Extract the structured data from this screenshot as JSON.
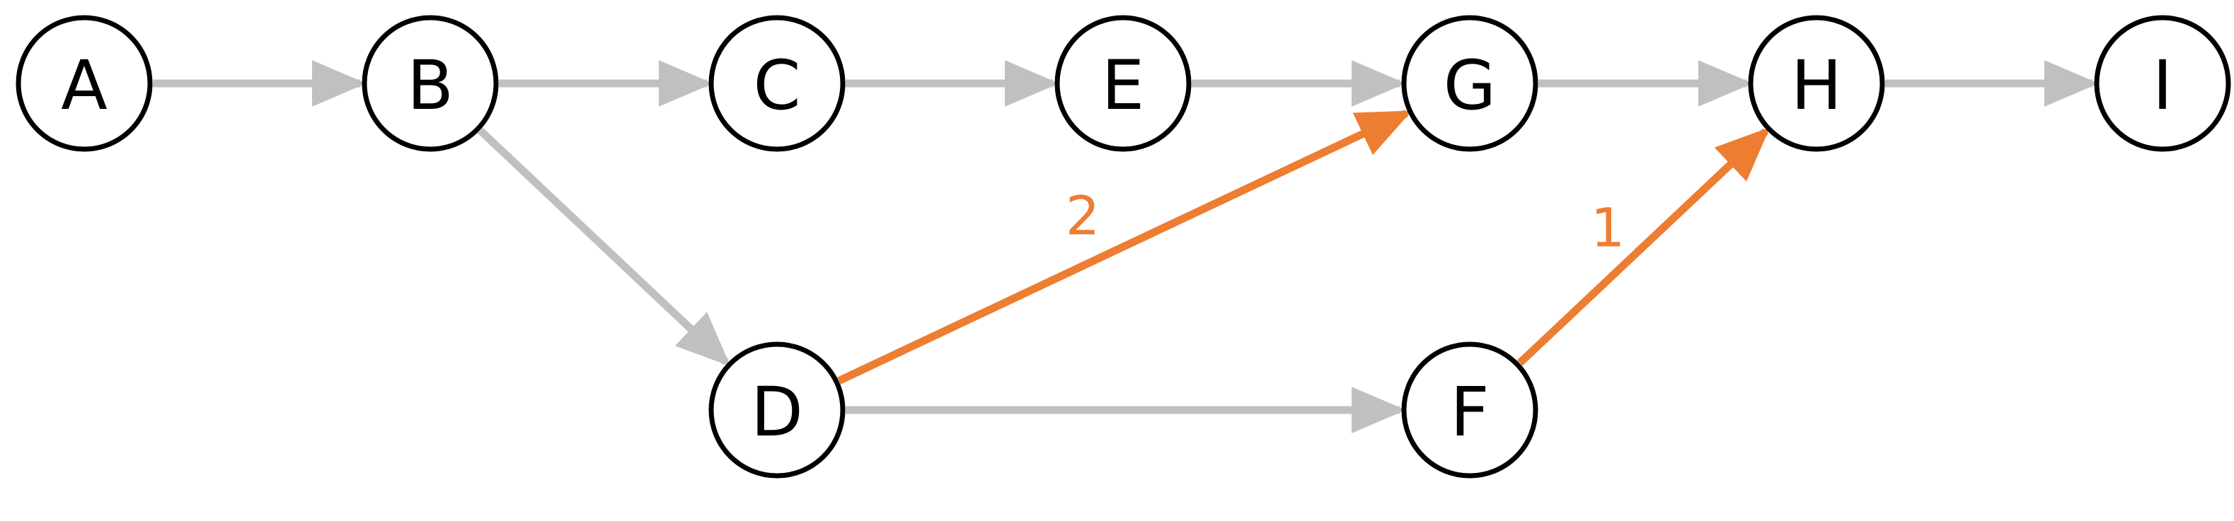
{
  "colors": {
    "edge_default": "#c0c0c0",
    "edge_highlight": "#ed7d31",
    "node_stroke": "#000000",
    "node_fill": "#ffffff"
  },
  "nodes": [
    {
      "id": "A",
      "label": "A"
    },
    {
      "id": "B",
      "label": "B"
    },
    {
      "id": "C",
      "label": "C"
    },
    {
      "id": "D",
      "label": "D"
    },
    {
      "id": "E",
      "label": "E"
    },
    {
      "id": "F",
      "label": "F"
    },
    {
      "id": "G",
      "label": "G"
    },
    {
      "id": "H",
      "label": "H"
    },
    {
      "id": "I",
      "label": "I"
    }
  ],
  "edges": [
    {
      "from": "A",
      "to": "B",
      "highlight": false,
      "label": ""
    },
    {
      "from": "B",
      "to": "C",
      "highlight": false,
      "label": ""
    },
    {
      "from": "C",
      "to": "E",
      "highlight": false,
      "label": ""
    },
    {
      "from": "E",
      "to": "G",
      "highlight": false,
      "label": ""
    },
    {
      "from": "G",
      "to": "H",
      "highlight": false,
      "label": ""
    },
    {
      "from": "H",
      "to": "I",
      "highlight": false,
      "label": ""
    },
    {
      "from": "B",
      "to": "D",
      "highlight": false,
      "label": ""
    },
    {
      "from": "D",
      "to": "F",
      "highlight": false,
      "label": ""
    },
    {
      "from": "D",
      "to": "G",
      "highlight": true,
      "label": "2"
    },
    {
      "from": "F",
      "to": "H",
      "highlight": true,
      "label": "1"
    }
  ]
}
